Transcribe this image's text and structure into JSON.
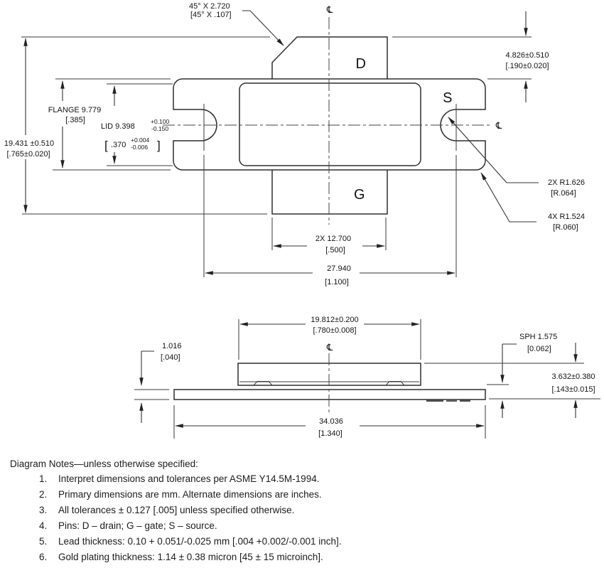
{
  "drawing": {
    "centerline_glyph": "℄",
    "pins": {
      "drain": "D",
      "source": "S",
      "gate": "G"
    },
    "top_view": {
      "chamfer": {
        "mm": "45° X 2.720",
        "inch": "[45° X .107]"
      },
      "lead_length": {
        "mm": "4.826±0.510",
        "inch": "[.190±0.020]"
      },
      "flange_width": {
        "mm": "FLANGE 9.779",
        "inch": "[.385]"
      },
      "lid_width": {
        "label": "LID 9.398",
        "tol_plus": "+0.100",
        "tol_minus": "-0.150",
        "alt_open": "[",
        "alt_value": ".370",
        "alt_plus": "+0.004",
        "alt_minus": "-0.006",
        "alt_close": "]"
      },
      "overall_width": {
        "mm": "19.431 ±0.510",
        "inch": "[.765±0.020]"
      },
      "slot_radius": {
        "mm": "2X R1.626",
        "inch": "[R.064]"
      },
      "corner_radius": {
        "mm": "4X R1.524",
        "inch": "[R.060]"
      },
      "lead_width": {
        "mm": "2X 12.700",
        "inch": "[.500]"
      },
      "slot_pitch": {
        "mm": "27.940",
        "inch": "[1.100]"
      }
    },
    "side_view": {
      "cap_width": {
        "mm": "19.812±0.200",
        "inch": "[.780±0.008]"
      },
      "flange_thickness": {
        "mm": "1.016",
        "inch": "[.040]"
      },
      "seating_height": {
        "mm": "SPH 1.575",
        "inch": "[0.062]"
      },
      "overall_height": {
        "mm": "3.632±0.380",
        "inch": "[.143±0.015]"
      },
      "overall_length": {
        "mm": "34.036",
        "inch": "[1.340]"
      }
    }
  },
  "notes": {
    "header": "Diagram Notes—unless otherwise specified:",
    "items": [
      {
        "num": "1.",
        "text": "Interpret dimensions and tolerances per ASME Y14.5M-1994."
      },
      {
        "num": "2.",
        "text": "Primary dimensions are mm. Alternate dimensions are inches."
      },
      {
        "num": "3.",
        "text": "All tolerances ± 0.127 [.005] unless specified otherwise."
      },
      {
        "num": "4.",
        "text": "Pins: D – drain; G – gate; S – source."
      },
      {
        "num": "5.",
        "text": "Lead thickness: 0.10 + 0.051/-0.025 mm [.004 +0.002/-0.001 inch]."
      },
      {
        "num": "6.",
        "text": "Gold plating thickness: 1.14 ± 0.38 micron [45 ± 15 microinch]."
      }
    ]
  }
}
